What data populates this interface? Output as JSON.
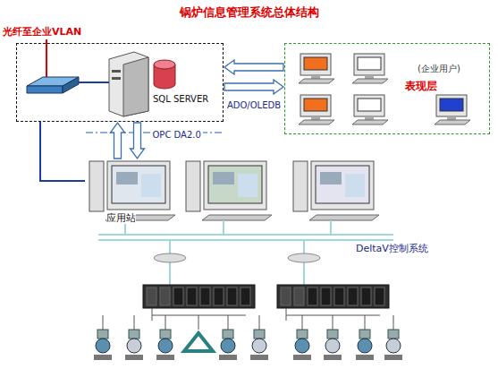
{
  "diagram": {
    "title": "锅炉信息管理系统总体结构",
    "nodes": [
      {
        "text": [
          "SQL SERVER"
        ]
      },
      {
        "text": [
          "(企业用户)",
          "表现层"
        ]
      },
      {
        "text": [
          "应用站"
        ]
      }
    ],
    "edges": [
      {
        "from": 0,
        "to": 1,
        "label": "ADO/OLEDB",
        "arrow": "both"
      },
      {
        "from": 0,
        "to": 2,
        "label": "OPC DA2.0",
        "arrow": "both"
      },
      {
        "from": 0,
        "to": 2,
        "arrow": "none"
      }
    ],
    "labels": [
      "光纤至企业VLAN",
      "DeltaV控制系统"
    ]
  }
}
